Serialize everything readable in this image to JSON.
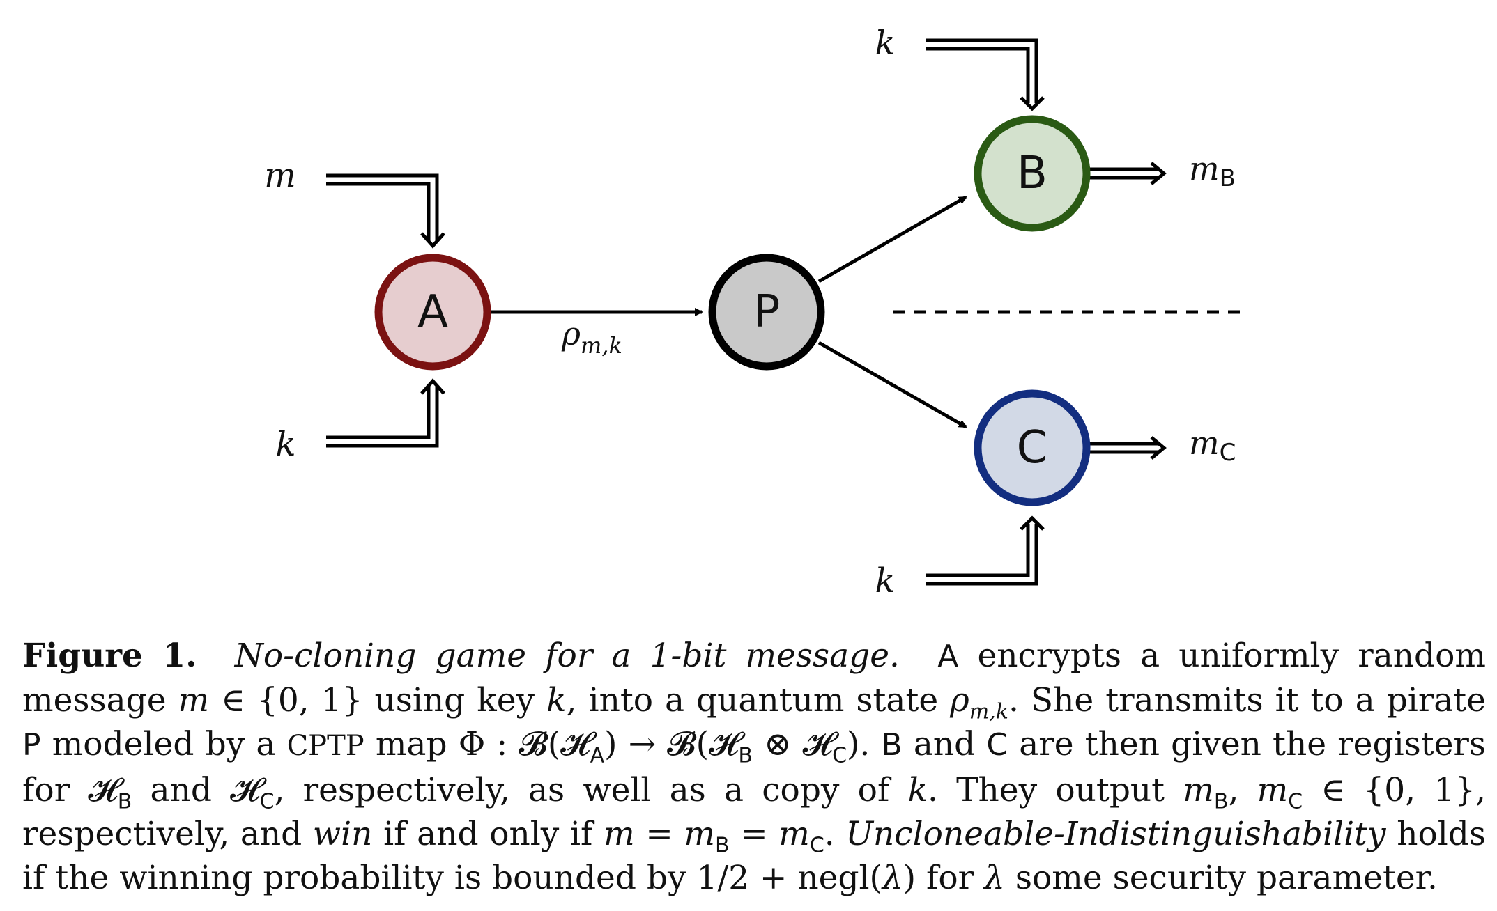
{
  "nodes": {
    "a": {
      "letter": "A",
      "stroke": "#7b1212",
      "fill": "#e6cdcf"
    },
    "p": {
      "letter": "P",
      "stroke": "#000000",
      "fill": "#c9c9c9"
    },
    "b": {
      "letter": "B",
      "stroke": "#2a5a14",
      "fill": "#d3e1cd"
    },
    "c": {
      "letter": "C",
      "stroke": "#132e80",
      "fill": "#d2d9e6"
    }
  },
  "labels": {
    "m_in": "m",
    "k_to_a": "k",
    "k_to_b": "k",
    "k_to_c": "k",
    "rho": "ρ",
    "rho_sub": "m,k",
    "mb_base": "m",
    "mb_sub": "B",
    "mc_base": "m",
    "mc_sub": "C"
  },
  "caption": {
    "figure_label": "Figure 1.",
    "title": "No-cloning game for a 1-bit message.",
    "t1": "A",
    "t2": " encrypts a uniformly random message ",
    "t3": "m",
    "t4": " ∈ {0, 1} using key ",
    "t5": "k",
    "t6": ", into a quantum state ",
    "t7": "ρ",
    "t8": "m,k",
    "t9": ". She transmits it to a pirate ",
    "t10": "P",
    "t11": " modeled by a ",
    "t12": "CPTP",
    "t13": " map Φ : ",
    "t14": "𝓑(𝓗",
    "t15": "A",
    "t16": ") → ",
    "t17": "𝓑(𝓗",
    "t18": "B",
    "t19": " ⊗ ",
    "t20": "𝓗",
    "t21": "C",
    "t22": "). ",
    "t23": "B",
    "t24": " and ",
    "t25": "C",
    "t26": " are then given the registers for ",
    "t27": "𝓗",
    "t28": "B",
    "t29": " and ",
    "t30": "𝓗",
    "t31": "C",
    "t32": ", respectively, as well as a copy of ",
    "t33": "k",
    "t34": ". They output ",
    "t35": "m",
    "t36": "B",
    "t37": ", ",
    "t38": "m",
    "t39": "C",
    "t40": " ∈ {0, 1}, respectively, and ",
    "t41": "win",
    "t42": " if and only if ",
    "t43": "m",
    "t44": " = ",
    "t45": "m",
    "t46": "B",
    "t47": " = ",
    "t48": "m",
    "t49": "C",
    "t50": ". ",
    "t51": "Uncloneable-Indistinguishability",
    "t52": " holds if the winning probability is bounded by ",
    "t53": "1/2",
    "t54": " + negl(",
    "t55": "λ",
    "t56": ") for ",
    "t57": "λ",
    "t58": " some security parameter."
  }
}
